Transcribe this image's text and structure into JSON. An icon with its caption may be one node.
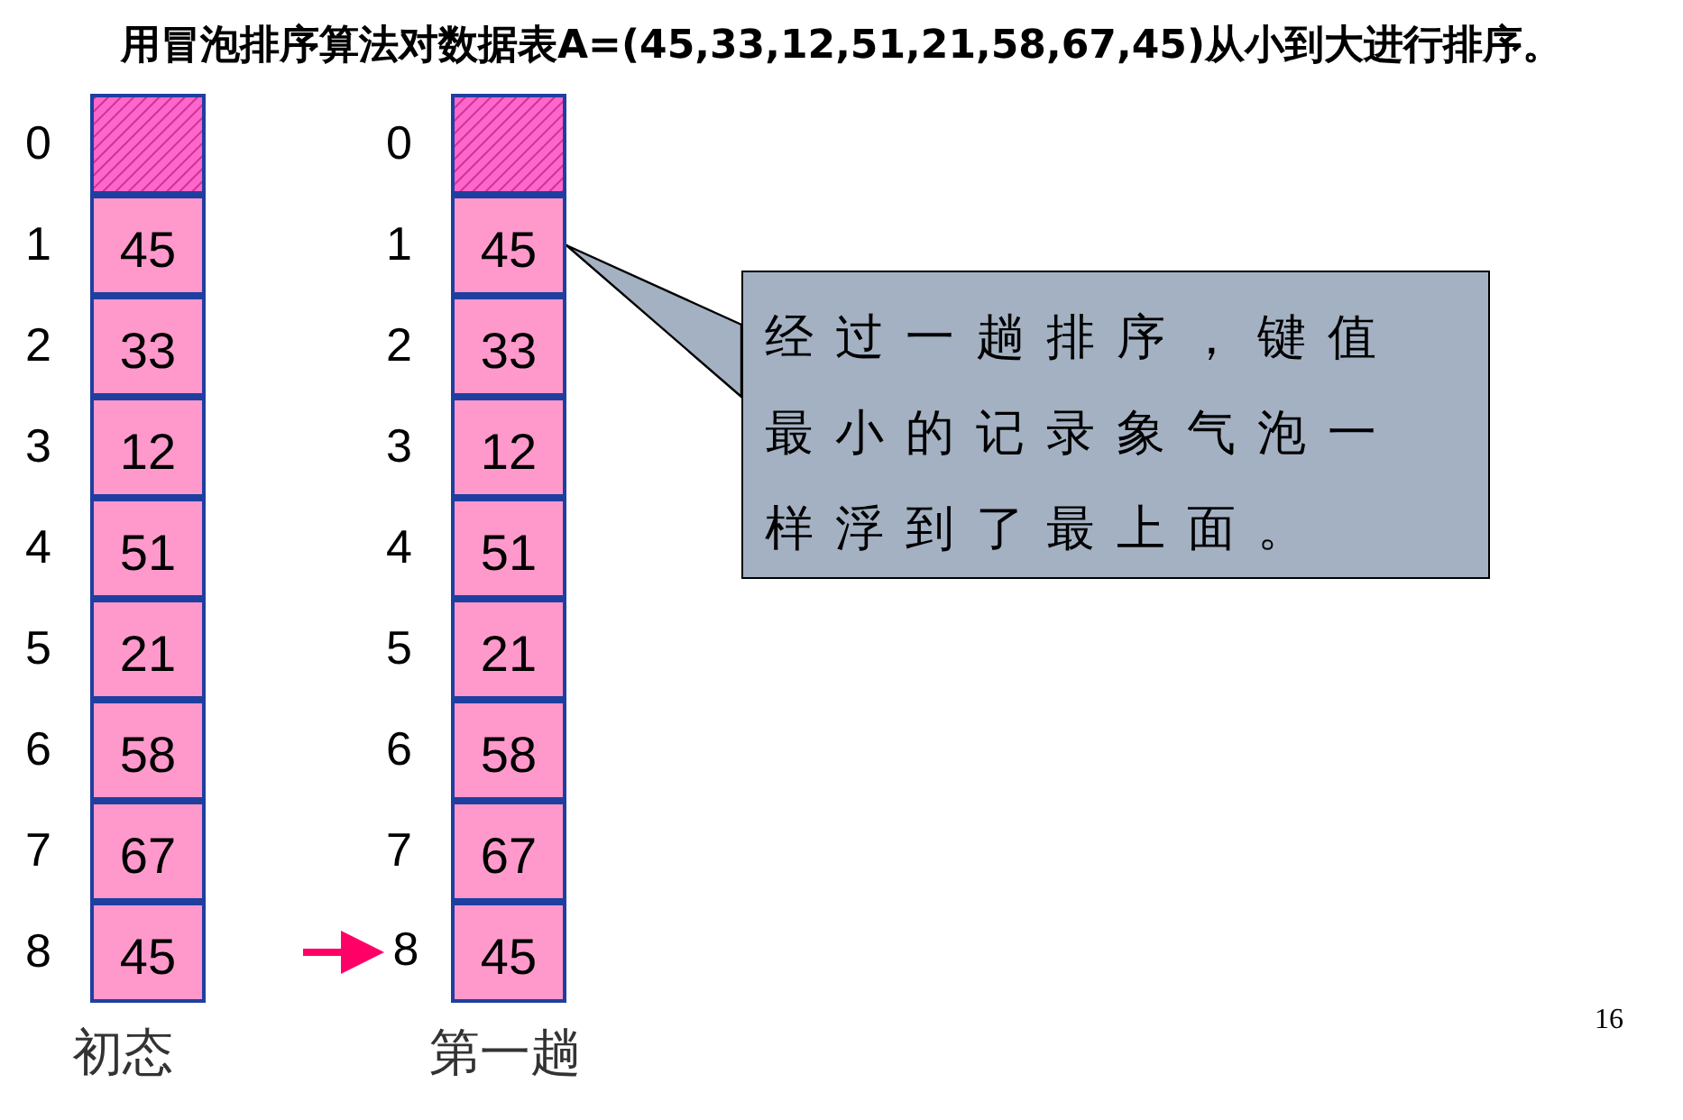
{
  "diagram": {
    "title": "用冒泡排序算法对数据表A=(45,33,12,51,21,58,67,45)从小到大进行排序。",
    "nodes": [
      {
        "text": [],
        "shape": "box"
      },
      {
        "text": [
          "45"
        ]
      },
      {
        "text": [
          "33"
        ]
      },
      {
        "text": [
          "12"
        ]
      },
      {
        "text": [
          "51"
        ]
      },
      {
        "text": [
          "21"
        ]
      },
      {
        "text": [
          "58"
        ]
      },
      {
        "text": [
          "67"
        ]
      },
      {
        "text": [
          "45"
        ]
      },
      {
        "text": [],
        "shape": "box"
      },
      {
        "text": [
          "45"
        ]
      },
      {
        "text": [
          "33"
        ]
      },
      {
        "text": [
          "12"
        ]
      },
      {
        "text": [
          "51"
        ]
      },
      {
        "text": [
          "21"
        ]
      },
      {
        "text": [
          "58"
        ]
      },
      {
        "text": [
          "67"
        ]
      },
      {
        "text": [
          "45"
        ]
      },
      {
        "text": [
          "8"
        ]
      },
      {
        "text": [
          "经过一趟排序，键值最小的记录象气泡一样浮到了最上面。"
        ]
      }
    ],
    "edges": [
      {
        "from": null,
        "to": 18,
        "arrow": "to",
        "color": "#ff0066"
      },
      {
        "from": 19,
        "to": 10,
        "arrow": "none"
      }
    ],
    "labels": [
      "0",
      "1",
      "2",
      "3",
      "4",
      "5",
      "6",
      "7",
      "8",
      "0",
      "1",
      "2",
      "3",
      "4",
      "5",
      "6",
      "7",
      "初态",
      "第一趟",
      "16"
    ]
  }
}
